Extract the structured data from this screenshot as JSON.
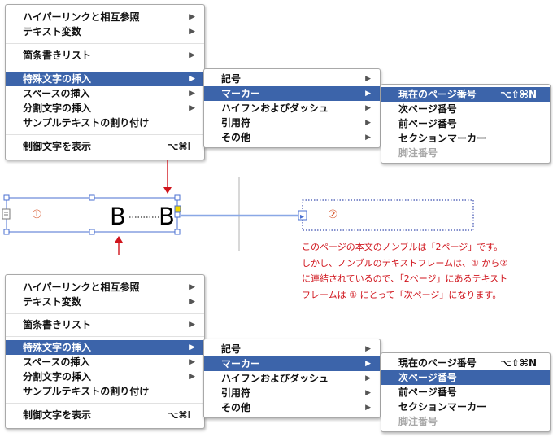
{
  "menu_top": {
    "main": [
      {
        "label": "ハイパーリンクと相互参照",
        "arrow": "▶"
      },
      {
        "label": "テキスト変数",
        "arrow": "▶"
      },
      {
        "label": "箇条書きリスト",
        "arrow": "▶"
      },
      {
        "label": "特殊文字の挿入",
        "arrow": "▶"
      },
      {
        "label": "スペースの挿入",
        "arrow": "▶"
      },
      {
        "label": "分割文字の挿入",
        "arrow": "▶"
      },
      {
        "label": "サンプルテキストの割り付け"
      },
      {
        "label": "制御文字を表示",
        "shortcut": "⌥⌘I"
      }
    ],
    "sub": [
      {
        "label": "記号",
        "arrow": "▶"
      },
      {
        "label": "マーカー",
        "arrow": "▶"
      },
      {
        "label": "ハイフンおよびダッシュ",
        "arrow": "▶"
      },
      {
        "label": "引用符",
        "arrow": "▶"
      },
      {
        "label": "その他",
        "arrow": "▶"
      }
    ],
    "subsub": [
      {
        "label": "現在のページ番号",
        "shortcut": "⌥⇧⌘N"
      },
      {
        "label": "次ページ番号"
      },
      {
        "label": "前ページ番号"
      },
      {
        "label": "セクションマーカー"
      },
      {
        "label": "脚注番号"
      }
    ]
  },
  "menu_bottom": {
    "main": [
      {
        "label": "ハイパーリンクと相互参照",
        "arrow": "▶"
      },
      {
        "label": "テキスト変数",
        "arrow": "▶"
      },
      {
        "label": "箇条書きリスト",
        "arrow": "▶"
      },
      {
        "label": "特殊文字の挿入",
        "arrow": "▶"
      },
      {
        "label": "スペースの挿入",
        "arrow": "▶"
      },
      {
        "label": "分割文字の挿入",
        "arrow": "▶"
      },
      {
        "label": "サンプルテキストの割り付け"
      },
      {
        "label": "制御文字を表示",
        "shortcut": "⌥⌘I"
      }
    ],
    "sub": [
      {
        "label": "記号",
        "arrow": "▶"
      },
      {
        "label": "マーカー",
        "arrow": "▶"
      },
      {
        "label": "ハイフンおよびダッシュ",
        "arrow": "▶"
      },
      {
        "label": "引用符",
        "arrow": "▶"
      },
      {
        "label": "その他",
        "arrow": "▶"
      }
    ],
    "subsub": [
      {
        "label": "現在のページ番号",
        "shortcut": "⌥⇧⌘N"
      },
      {
        "label": "次ページ番号"
      },
      {
        "label": "前ページ番号"
      },
      {
        "label": "セクションマーカー"
      },
      {
        "label": "脚注番号"
      }
    ]
  },
  "frame1": {
    "number": "①",
    "marker_left": "B",
    "marker_right": "B"
  },
  "frame2": {
    "number": "②"
  },
  "overset_icon": "▸",
  "explanation": [
    "このページの本文のノンブルは「2ページ」です。",
    "しかし、ノンブルのテキストフレームは、① から②",
    "に連結されているので、「2ページ」にあるテキスト",
    "フレームは ① にとって「次ページ」になります。"
  ],
  "colors": {
    "highlight": "#3c64aa",
    "frame_selection": "#4a6fd0",
    "arrow": "#d0141c",
    "note": "#d0141c"
  }
}
